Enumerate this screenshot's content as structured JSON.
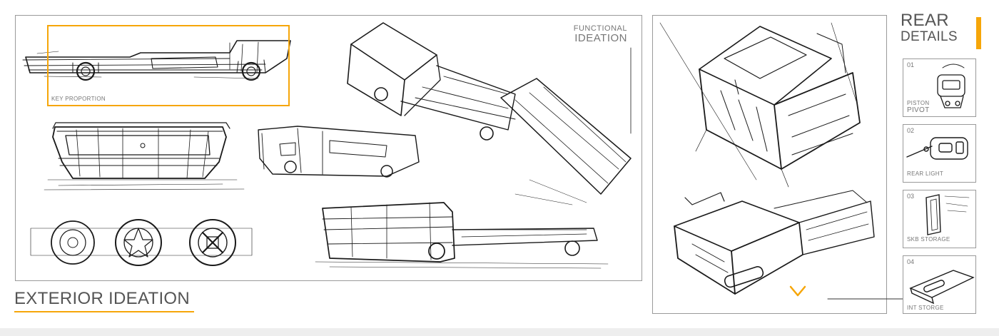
{
  "title": "EXTERIOR IDEATION",
  "functional": {
    "line1": "FUNCTIONAL",
    "line2": "IDEATION"
  },
  "key_proportion": "KEY PROPORTION",
  "rear": {
    "line1": "REAR",
    "line2": "DETAILS"
  },
  "details": [
    {
      "num": "01",
      "label1": "PISTON",
      "label2": "PIVOT"
    },
    {
      "num": "02",
      "label": "REAR LIGHT"
    },
    {
      "num": "03",
      "label": "SKB STORAGE"
    },
    {
      "num": "04",
      "label": "INT STORGE"
    }
  ],
  "colors": {
    "accent": "#f6a609",
    "ink": "#1a1a1a",
    "frame": "#9a9a9a",
    "text": "#555555"
  }
}
